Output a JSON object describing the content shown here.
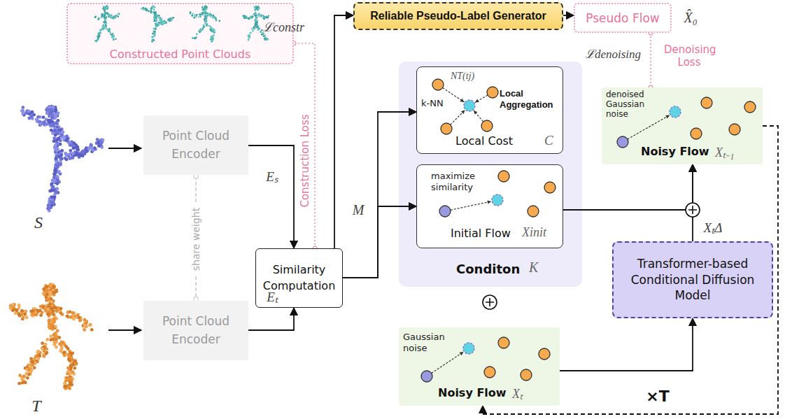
{
  "diagram": {
    "nodes": [
      {
        "text": [
          "Constructed Point Clouds"
        ]
      },
      {
        "text": [
          "Reliable Pseudo-Label Generator"
        ]
      },
      {
        "text": [
          "Pseudo Flow"
        ]
      },
      {
        "text": [
          "Point Cloud Encoder"
        ]
      },
      {
        "text": [
          "Similarity Computation"
        ]
      },
      {
        "text": [
          "Point Cloud Encoder"
        ]
      },
      {
        "text": [
          "Conditon",
          "K"
        ]
      },
      {
        "text": [
          "NT(tj)",
          "k-NN",
          "Local Aggregation",
          "Local Cost",
          "C"
        ],
        "in": 6
      },
      {
        "text": [
          "maximize similarity",
          "Initial Flow",
          "Xinit"
        ],
        "in": 6
      },
      {
        "text": [
          "denoised Gaussian noise",
          "Noisy Flow",
          "Xₜ₋₁"
        ]
      },
      {
        "text": [
          "Transformer-based Conditional Diffusion Model"
        ]
      },
      {
        "text": [
          "Gaussian noise",
          "Noisy Flow",
          "Xₜ"
        ]
      }
    ],
    "edges": [
      {
        "from": 3,
        "to": 4,
        "arrow": "to"
      },
      {
        "from": 5,
        "to": 4,
        "arrow": "to"
      },
      {
        "from": 4,
        "to": 1,
        "arrow": "to"
      },
      {
        "from": 1,
        "to": 2,
        "arrow": "to"
      },
      {
        "from": 4,
        "to": 7,
        "arrow": "to"
      },
      {
        "from": 4,
        "to": 8,
        "arrow": "to"
      },
      {
        "from": 8,
        "to": 9,
        "arrow": "to"
      },
      {
        "from": 10,
        "to": 9,
        "arrow": "to"
      },
      {
        "from": 11,
        "to": 10,
        "arrow": "to"
      },
      {
        "from": 9,
        "to": 11,
        "arrow": "to"
      },
      {
        "from": 4,
        "to": 0,
        "arrow": "none"
      },
      {
        "from": 2,
        "to": 9,
        "arrow": "none"
      }
    ],
    "labels": [
      "ℒconstr",
      "Construction Loss",
      "S",
      "T",
      "share weight",
      "Eₛ",
      "Eₜ",
      "M",
      "X̂₀",
      "ℒdenoising",
      "Denoising Loss",
      "XₜΔ",
      "×T"
    ]
  }
}
